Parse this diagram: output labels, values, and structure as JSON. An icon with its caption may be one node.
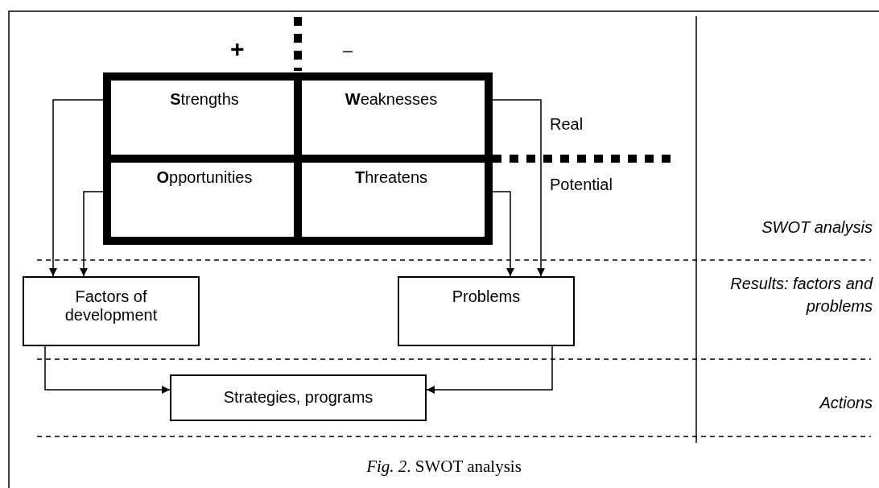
{
  "diagram": {
    "caption": "*Fig. 2*. SWOT analysis",
    "nodes": [
      {
        "text": [
          "**S**trengths"
        ]
      },
      {
        "text": [
          "**W**eaknesses"
        ]
      },
      {
        "text": [
          "**O**pportunities"
        ]
      },
      {
        "text": [
          "**T**hreatens"
        ]
      },
      {
        "text": [
          "Factors of development"
        ]
      },
      {
        "text": [
          "Problems"
        ]
      },
      {
        "text": [
          "Strategies, programs"
        ]
      }
    ],
    "edges": [
      {
        "from": 0,
        "to": 4,
        "arrow": "to"
      },
      {
        "from": 2,
        "to": 4,
        "arrow": "to"
      },
      {
        "from": 3,
        "to": 5,
        "arrow": "to"
      },
      {
        "from": 1,
        "to": 5,
        "arrow": "to"
      },
      {
        "from": 4,
        "to": 6,
        "arrow": "to"
      },
      {
        "from": 5,
        "to": 6,
        "arrow": "to"
      }
    ],
    "labels": [
      "+",
      "–",
      "Real",
      "Potential",
      "SWOT analysis",
      "Results: factors and problems",
      "Actions"
    ]
  }
}
